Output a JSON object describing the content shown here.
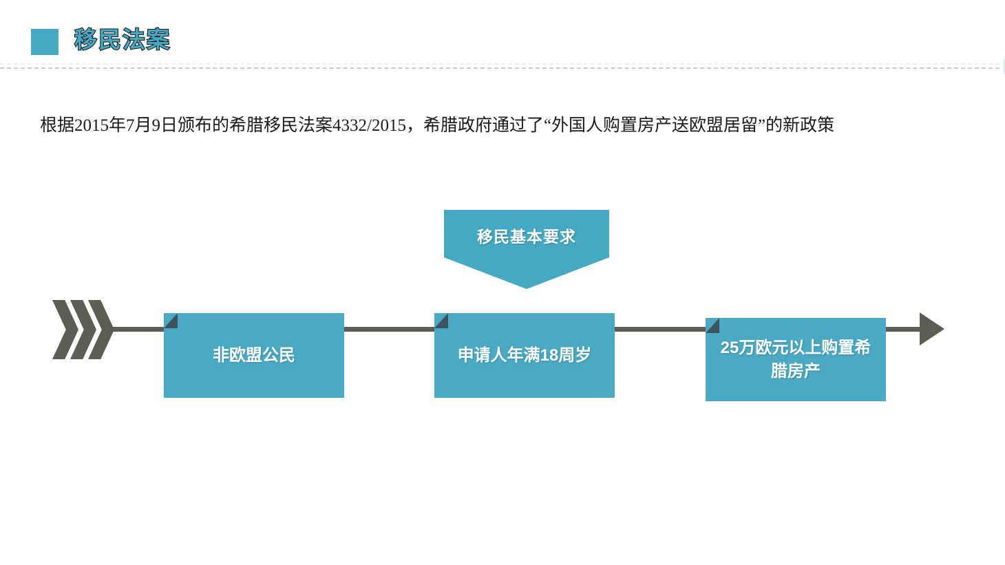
{
  "header": {
    "title": "移民法案",
    "accent_color": "#45a9c3",
    "divider_color": "#c9c9c9"
  },
  "intro": {
    "paragraph": "根据2015年7月9日颁布的希腊移民法案4332/2015，希腊政府通过了“外国人购置房产送欧盟居留”的新政策"
  },
  "callout": {
    "label": "移民基本要求",
    "color": "#45a9c3"
  },
  "flow": {
    "box_color": "#4aa9c4",
    "line_color": "#5d5c55",
    "steps": [
      {
        "label": "非欧盟公民"
      },
      {
        "label": "申请人年满18周岁"
      },
      {
        "label": "25万欧元以上购置希腊房产"
      }
    ]
  }
}
